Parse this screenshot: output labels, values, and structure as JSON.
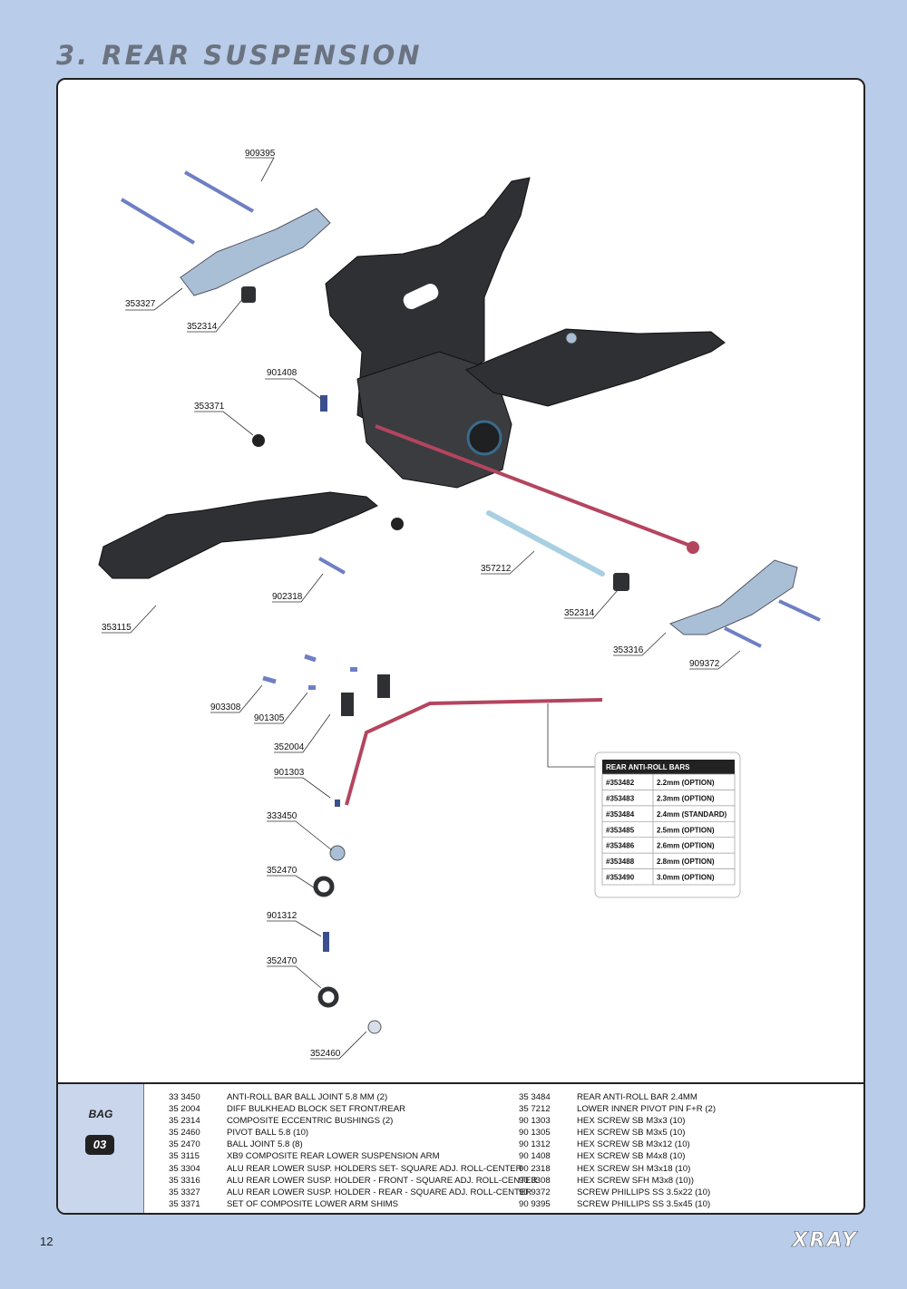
{
  "header": {
    "title": "3. REAR SUSPENSION"
  },
  "callouts": [
    {
      "id": "c909395",
      "text": "909395"
    },
    {
      "id": "c353327",
      "text": "353327"
    },
    {
      "id": "c352314a",
      "text": "352314"
    },
    {
      "id": "c901408",
      "text": "901408"
    },
    {
      "id": "c353371",
      "text": "353371"
    },
    {
      "id": "c357212",
      "text": "357212"
    },
    {
      "id": "c902318",
      "text": "902318"
    },
    {
      "id": "c353115",
      "text": "353115"
    },
    {
      "id": "c352314b",
      "text": "352314"
    },
    {
      "id": "c353316",
      "text": "353316"
    },
    {
      "id": "c909372",
      "text": "909372"
    },
    {
      "id": "c903308",
      "text": "903308"
    },
    {
      "id": "c901305",
      "text": "901305"
    },
    {
      "id": "c352004",
      "text": "352004"
    },
    {
      "id": "c901303",
      "text": "901303"
    },
    {
      "id": "c333450",
      "text": "333450"
    },
    {
      "id": "c352470a",
      "text": "352470"
    },
    {
      "id": "c901312",
      "text": "901312"
    },
    {
      "id": "c352470b",
      "text": "352470"
    },
    {
      "id": "c352460",
      "text": "352460"
    }
  ],
  "anti_roll_table": {
    "title": "REAR ANTI-ROLL BARS",
    "rows": [
      {
        "code": "#353482",
        "size": "2.2mm (OPTION)"
      },
      {
        "code": "#353483",
        "size": "2.3mm (OPTION)"
      },
      {
        "code": "#353484",
        "size": "2.4mm (STANDARD)"
      },
      {
        "code": "#353485",
        "size": "2.5mm (OPTION)"
      },
      {
        "code": "#353486",
        "size": "2.6mm (OPTION)"
      },
      {
        "code": "#353488",
        "size": "2.8mm (OPTION)"
      },
      {
        "code": "#353490",
        "size": "3.0mm (OPTION)"
      }
    ]
  },
  "bag": {
    "label": "BAG",
    "number": "03"
  },
  "parts_left": [
    {
      "code": "33 3450",
      "desc": "ANTI-ROLL BAR BALL JOINT 5.8 MM (2)"
    },
    {
      "code": "35 2004",
      "desc": "DIFF BULKHEAD BLOCK SET FRONT/REAR"
    },
    {
      "code": "35 2314",
      "desc": "COMPOSITE ECCENTRIC BUSHINGS (2)"
    },
    {
      "code": "35 2460",
      "desc": "PIVOT BALL 5.8 (10)"
    },
    {
      "code": "35 2470",
      "desc": "BALL JOINT 5.8 (8)"
    },
    {
      "code": "35 3115",
      "desc": "XB9 COMPOSITE REAR LOWER SUSPENSION ARM"
    },
    {
      "code": "35 3304",
      "desc": "ALU REAR LOWER SUSP. HOLDERS SET- SQUARE ADJ. ROLL-CENTER"
    },
    {
      "code": "35 3316",
      "desc": "ALU REAR LOWER SUSP. HOLDER - FRONT - SQUARE ADJ. ROLL-CENTER"
    },
    {
      "code": "35 3327",
      "desc": "ALU REAR LOWER SUSP. HOLDER - REAR - SQUARE ADJ. ROLL-CENTER"
    },
    {
      "code": "35 3371",
      "desc": "SET OF COMPOSITE LOWER ARM SHIMS"
    }
  ],
  "parts_right": [
    {
      "code": "35 3484",
      "desc": "REAR ANTI-ROLL BAR 2.4MM"
    },
    {
      "code": "35 7212",
      "desc": "LOWER INNER PIVOT PIN F+R  (2)"
    },
    {
      "code": "90 1303",
      "desc": "HEX SCREW  SB M3x3  (10)"
    },
    {
      "code": "90 1305",
      "desc": "HEX SCREW  SB M3x5  (10)"
    },
    {
      "code": "90 1312",
      "desc": "HEX SCREW  SB M3x12  (10)"
    },
    {
      "code": "90 1408",
      "desc": "HEX SCREW  SB M4x8  (10)"
    },
    {
      "code": "90 2318",
      "desc": "HEX SCREW  SH M3x18  (10)"
    },
    {
      "code": "90 3308",
      "desc": "HEX SCREW  SFH M3x8  (10))"
    },
    {
      "code": "90 9372",
      "desc": "SCREW PHILLIPS SS 3.5x22  (10)"
    },
    {
      "code": "90 9395",
      "desc": "SCREW PHILLIPS SS 3.5x45  (10)"
    }
  ],
  "footer": {
    "page_number": "12",
    "logo": "XRAY"
  },
  "colors": {
    "page_bg": "#b9cce9",
    "carbon": "#2e3034",
    "alu": "#a9bfd6",
    "pin": "#6e7fc4",
    "bar": "#b4455e"
  }
}
